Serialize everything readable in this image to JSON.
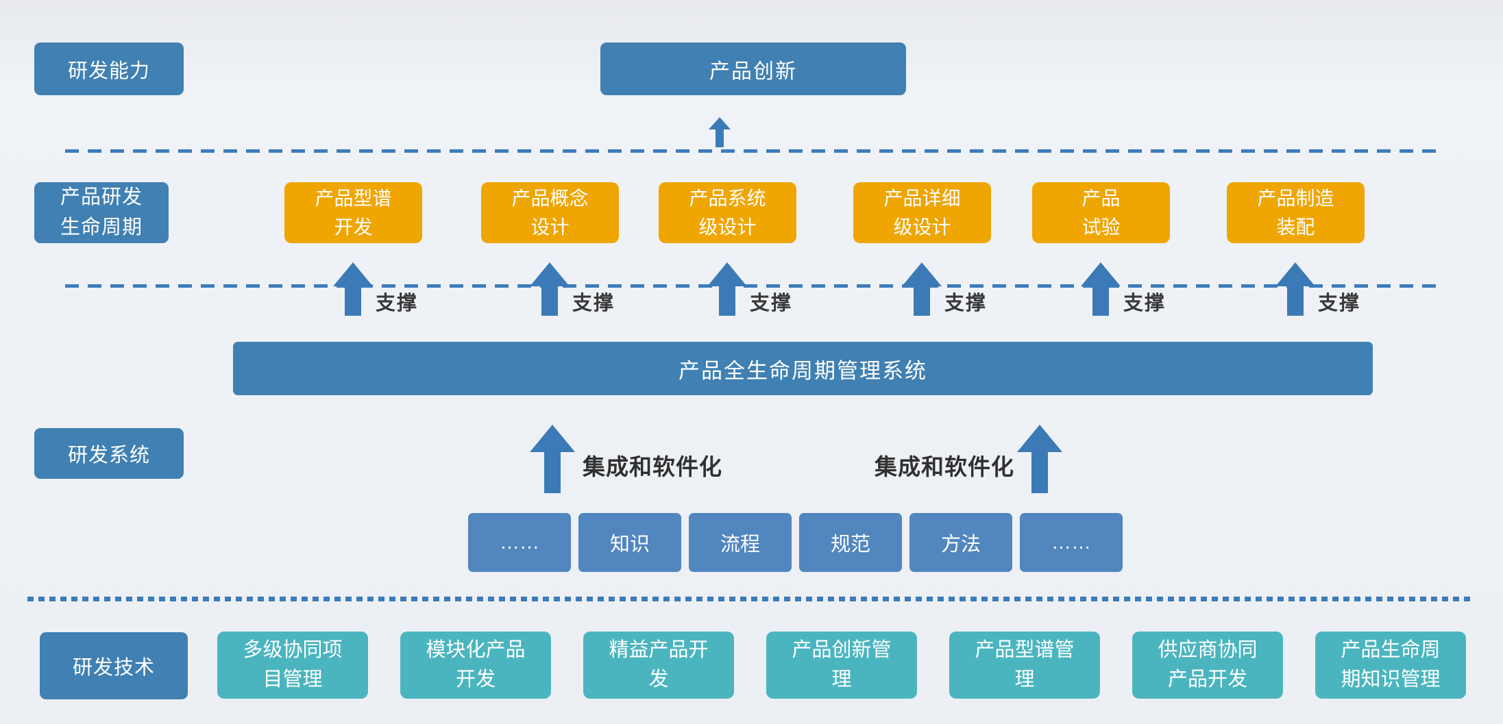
{
  "colors": {
    "steel-blue": "#4080b2",
    "medium-blue": "#5186bf",
    "orange": "#efa502",
    "teal": "#4bb5bf",
    "arrow-blue": "#3b7ab6",
    "dash-blue": "#3c7cba",
    "text-dark": "#383838"
  },
  "capability_row": {
    "side_label": "研发能力",
    "top_box": "产品创新"
  },
  "lifecycle_row": {
    "side_label": "产品研发\n生命周期",
    "support_label": "支撑",
    "stages": [
      {
        "label": "产品型谱\n开发"
      },
      {
        "label": "产品概念\n设计"
      },
      {
        "label": "产品系统\n级设计"
      },
      {
        "label": "产品详细\n级设计"
      },
      {
        "label": "产品\n试验"
      },
      {
        "label": "产品制造\n装配"
      }
    ]
  },
  "system_row": {
    "side_label": "研发系统",
    "plm_bar_label": "产品全生命周期管理系统",
    "integration_label": "集成和软件化",
    "enablers": [
      {
        "label": "……"
      },
      {
        "label": "知识"
      },
      {
        "label": "流程"
      },
      {
        "label": "规范"
      },
      {
        "label": "方法"
      },
      {
        "label": "……"
      }
    ]
  },
  "technology_row": {
    "side_label": "研发技术",
    "items": [
      {
        "label": "多级协同项\n目管理"
      },
      {
        "label": "模块化产品\n开发"
      },
      {
        "label": "精益产品开\n发"
      },
      {
        "label": "产品创新管\n理"
      },
      {
        "label": "产品型谱管\n理"
      },
      {
        "label": "供应商协同\n产品开发"
      },
      {
        "label": "产品生命周\n期知识管理"
      }
    ]
  }
}
